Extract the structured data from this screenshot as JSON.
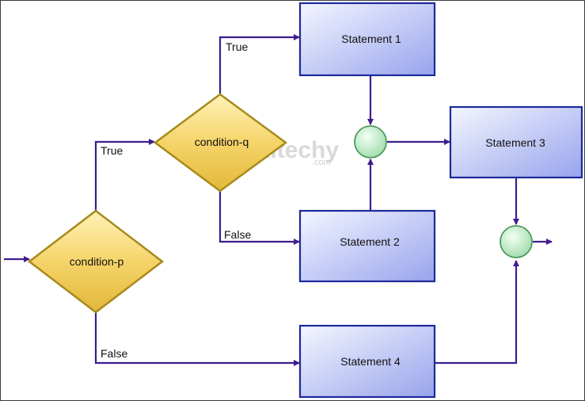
{
  "diagram": {
    "nodes": {
      "condition_p": "condition-p",
      "condition_q": "condition-q",
      "statement1": "Statement 1",
      "statement2": "Statement 2",
      "statement3": "Statement 3",
      "statement4": "Statement 4"
    },
    "edges": {
      "p_true": "True",
      "p_false": "False",
      "q_true": "True",
      "q_false": "False"
    },
    "watermark": {
      "main": "wikitechy",
      "sub": ".com"
    },
    "colors": {
      "arrow": "#3f1d8f",
      "box_fill_top": "#eef1ff",
      "box_fill_bottom": "#9aa6ee",
      "box_border": "#1d2a9a",
      "diamond_fill": "#f6d677",
      "diamond_border": "#a88a1a",
      "junction_fill": "#c8f0cf",
      "junction_border": "#4e9a5a"
    }
  }
}
